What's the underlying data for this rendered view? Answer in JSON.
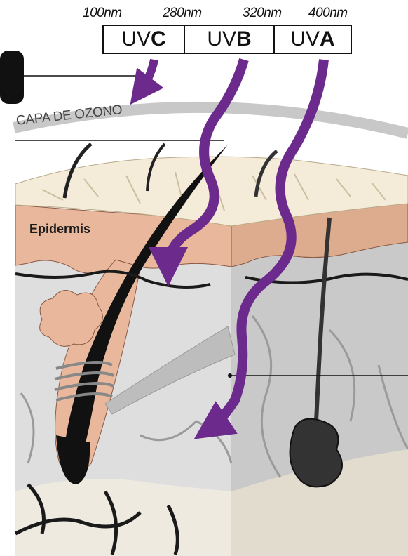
{
  "wavelengths": [
    "100nm",
    "280nm",
    "320nm",
    "400nm"
  ],
  "bands": [
    {
      "prefix": "UV",
      "suffix": "C"
    },
    {
      "prefix": "UV",
      "suffix": "B"
    },
    {
      "prefix": "UV",
      "suffix": "A"
    }
  ],
  "labels": {
    "ozone": "CAPA DE OZONO",
    "epidermis": "Epidermis"
  },
  "colors": {
    "uv_arrow": "#6b2a8c",
    "epidermis": "#e9b89c",
    "dermis": "#d9d9d9",
    "surface": "#f4ecd8",
    "hair": "#111111",
    "ozone": "#c8c8c8"
  }
}
